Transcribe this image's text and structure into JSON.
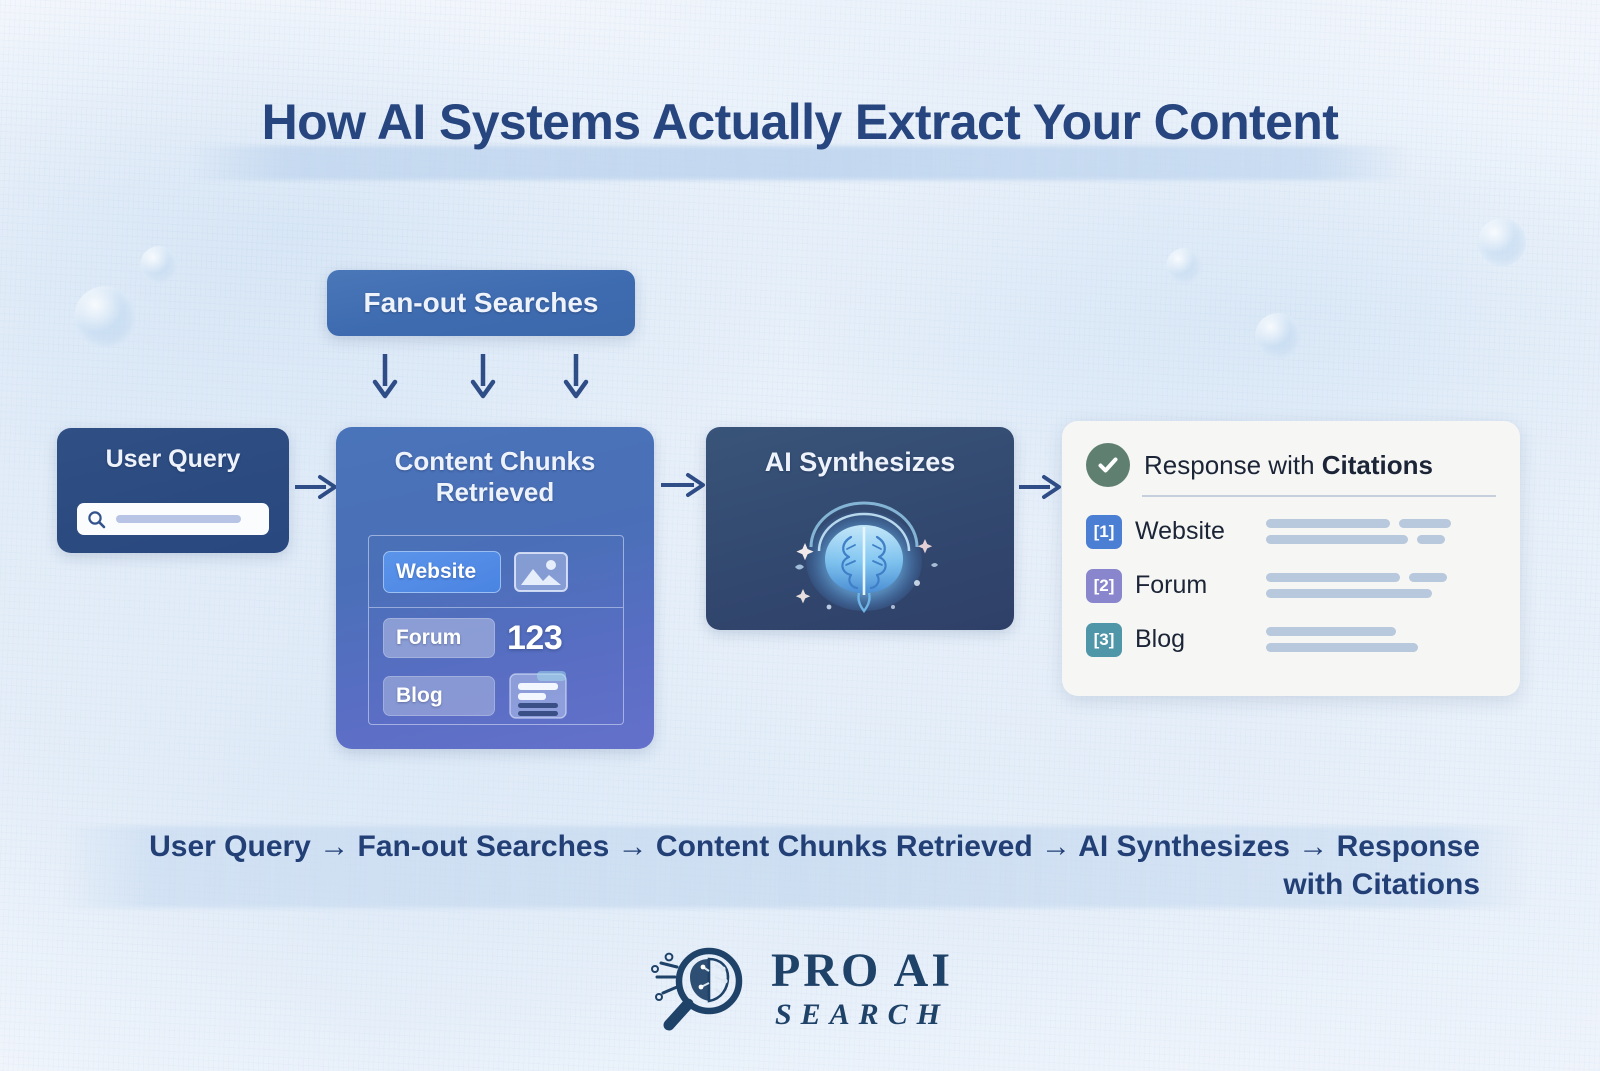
{
  "title": "How AI Systems Actually Extract Your Content",
  "nodes": {
    "fanout": {
      "label": "Fan-out Searches"
    },
    "user_query": {
      "label": "User Query",
      "search_placeholder": ""
    },
    "chunks": {
      "label": "Content Chunks Retrieved",
      "rows": [
        {
          "pill": "Website",
          "icon": "image-icon",
          "value": ""
        },
        {
          "pill": "Forum",
          "icon": "",
          "value": "123"
        },
        {
          "pill": "Blog",
          "icon": "document-icon",
          "value": ""
        }
      ]
    },
    "synthesizes": {
      "label": "AI Synthesizes",
      "icon": "brain-icon"
    },
    "response": {
      "title_normal": "Response with ",
      "title_bold": "Citations",
      "status_icon": "check-circle-icon",
      "citations": [
        {
          "badge": "[1]",
          "label": "Website",
          "color": "#4a7fd4"
        },
        {
          "badge": "[2]",
          "label": "Forum",
          "color": "#8a86cd"
        },
        {
          "badge": "[3]",
          "label": "Blog",
          "color": "#4f96a8"
        }
      ]
    }
  },
  "caption": "User Query → Fan-out Searches → Content Chunks Retrieved → AI Synthesizes → Response with Citations",
  "logo": {
    "line1": "PRO AI",
    "line2": "SEARCH",
    "icon": "brain-magnifier-icon"
  },
  "colors": {
    "title": "#27457f",
    "navy_box": "#2b4a80",
    "blue_box": "#3e6bb0",
    "chunks_box": "#4a74b9",
    "synth_box": "#32486f",
    "panel_bg": "#f6f7f4",
    "check_green": "#5f8070",
    "arrow": "#2f4d86"
  }
}
